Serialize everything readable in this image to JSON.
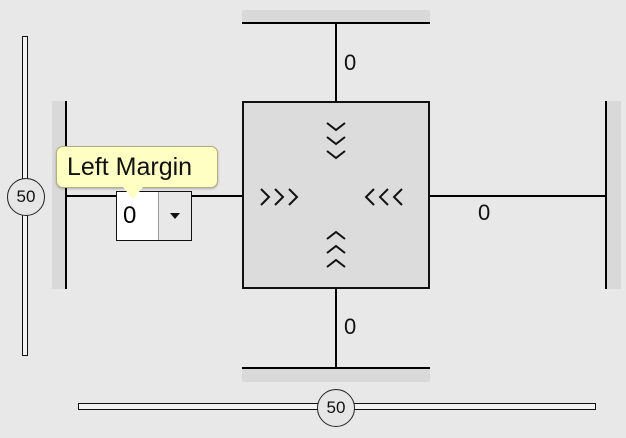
{
  "sliders": {
    "vertical_value": "50",
    "horizontal_value": "50"
  },
  "margins": {
    "top": "0",
    "bottom": "0",
    "right": "0",
    "left": "0"
  },
  "tooltip": {
    "text": "Left Margin"
  },
  "icons": {
    "top": "chevrons-down-icon",
    "bottom": "chevrons-up-icon",
    "left": "chevrons-right-icon",
    "right": "chevrons-left-icon",
    "dropdown": "triangle-down-icon"
  }
}
